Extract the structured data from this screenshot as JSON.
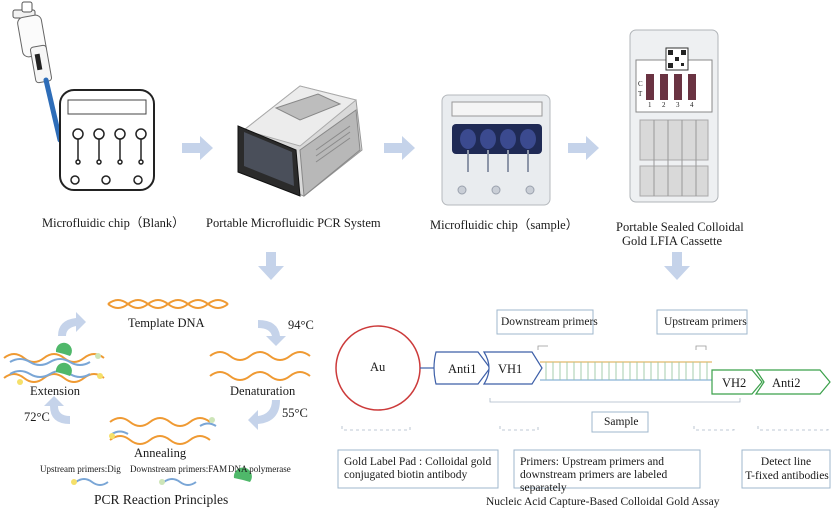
{
  "stages": [
    {
      "id": "chip-blank",
      "label": "Microfluidic chip（Blank）"
    },
    {
      "id": "pcr-system",
      "label": "Portable Microfluidic PCR System"
    },
    {
      "id": "chip-sample",
      "label": "Microfluidic chip（sample）"
    },
    {
      "id": "lfia",
      "label_line1": "Portable Sealed Colloidal",
      "label_line2": "Gold LFIA Cassette"
    }
  ],
  "cassette": {
    "marks": [
      "C",
      "T"
    ],
    "lanes": [
      "1",
      "2",
      "3",
      "4"
    ]
  },
  "pcr": {
    "template": "Template DNA",
    "denaturation": "Denaturation",
    "annealing": "Annealing",
    "extension": "Extension",
    "temp_denature": "94°C",
    "temp_anneal": "55°C",
    "temp_extend": "72°C",
    "legend": {
      "upstream": "Upstream primers:Dig",
      "downstream": "Downstream primers:FAM",
      "polymerase": "DNA polymerase"
    },
    "title": "PCR Reaction Principles"
  },
  "assay": {
    "au": "Au",
    "anti1": "Anti1",
    "vh1": "VH1",
    "vh2": "VH2",
    "anti2": "Anti2",
    "downstream_primers": "Downstream primers",
    "upstream_primers": "Upstream primers",
    "sample": "Sample",
    "gold_pad": "Gold Label Pad : Colloidal gold conjugated biotin antibody",
    "primers_note": "Primers: Upstream primers and downstream primers are labeled separately",
    "detect_line1": "Detect line",
    "detect_line2": "T-fixed antibodies",
    "title": "Nucleic Acid Capture-Based Colloidal Gold Assay"
  },
  "colors": {
    "arrow": "#c5d3ea",
    "dna_orange": "#ef9a33",
    "dna_blue": "#7aa6d6",
    "gold_circle": "#cc3b3b",
    "blue_outline": "#3d5fa8",
    "green_outline": "#3aa04a",
    "polymerase_green": "#4fb86a",
    "box_border": "#9fb7cc"
  }
}
